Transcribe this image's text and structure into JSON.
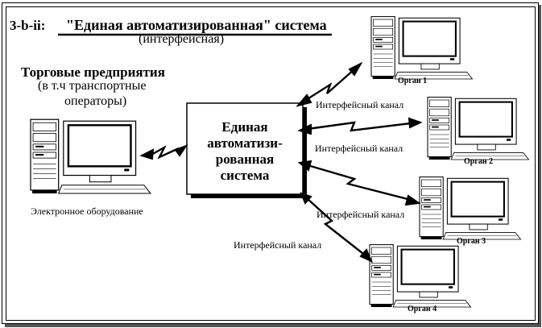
{
  "header": {
    "section_code": "3-b-ii:",
    "title": "\"Единая автоматизированная\" система",
    "subtitle": "(интерфейсная)"
  },
  "traders": {
    "label_line1": "Торговые предприятия",
    "label_line2": "(в т.ч транспортные",
    "label_line3": "операторы)",
    "equipment_label": "Электронное оборудование"
  },
  "central_system": {
    "line1": "Единая",
    "line2": "автоматизи-",
    "line3": "рованная",
    "line4": "система"
  },
  "channels": {
    "channel_1": "Интерфейсный канал",
    "channel_2": "Интерфейсный канал",
    "channel_3": "Интерфейсный канал",
    "channel_4": "Интерфейсный канал"
  },
  "agencies": [
    {
      "label": "Орган 1"
    },
    {
      "label": "Орган 2"
    },
    {
      "label": "Орган 3"
    },
    {
      "label": "Орган 4"
    }
  ],
  "colors": {
    "line": "#000000",
    "background": "#ffffff",
    "screen": "#ffffff",
    "shadow": "#555555"
  }
}
